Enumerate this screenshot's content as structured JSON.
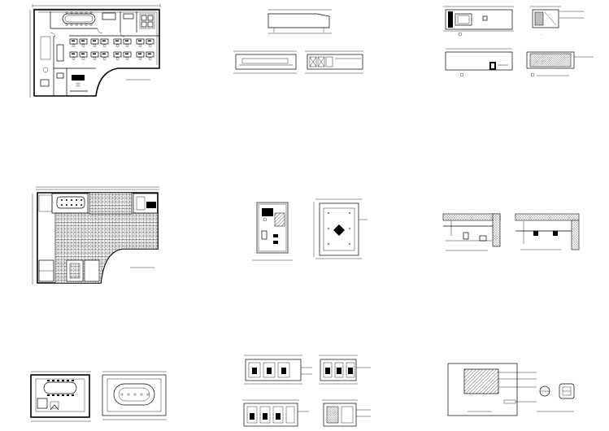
{
  "sheet": {
    "background": "#ffffff",
    "line_color": "#000000",
    "hatch_color": "#000000",
    "drawing_count": 13
  },
  "drawings": [
    {
      "id": "plan-furniture",
      "caption": ""
    },
    {
      "id": "elevation-top",
      "caption": ""
    },
    {
      "id": "elevation-mid-left",
      "caption": ""
    },
    {
      "id": "elevation-mid-right",
      "caption": ""
    },
    {
      "id": "section-wall-top",
      "caption": ""
    },
    {
      "id": "section-wall-bottom",
      "caption": ""
    },
    {
      "id": "plan-ceiling",
      "caption": ""
    },
    {
      "id": "room-plan",
      "caption": ""
    },
    {
      "id": "room-ceiling",
      "caption": ""
    },
    {
      "id": "detail-sections",
      "caption": ""
    },
    {
      "id": "meeting-room-plans",
      "caption": ""
    },
    {
      "id": "cabinet-elevations",
      "caption": ""
    },
    {
      "id": "panel-detail",
      "caption": ""
    }
  ]
}
